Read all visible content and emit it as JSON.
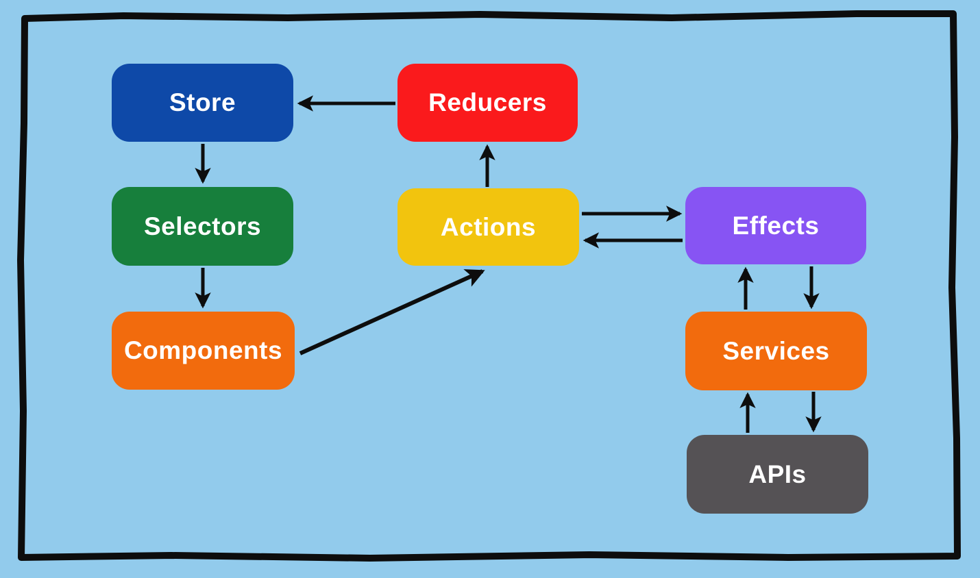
{
  "canvas": {
    "background": "#92CBEC",
    "border_color": "#0d0d0d",
    "arrow_color": "#0d0d0d"
  },
  "nodes": [
    {
      "id": "store",
      "label": "Store",
      "color": "#0E49A8",
      "text_color": "#FFFFFF"
    },
    {
      "id": "reducers",
      "label": "Reducers",
      "color": "#FA1A1C",
      "text_color": "#FFFFFF"
    },
    {
      "id": "selectors",
      "label": "Selectors",
      "color": "#177F3C",
      "text_color": "#FFFFFF"
    },
    {
      "id": "actions",
      "label": "Actions",
      "color": "#F2C40E",
      "text_color": "#FFFFFF"
    },
    {
      "id": "effects",
      "label": "Effects",
      "color": "#8754F3",
      "text_color": "#FFFFFF"
    },
    {
      "id": "components",
      "label": "Components",
      "color": "#F26B0D",
      "text_color": "#FFFFFF"
    },
    {
      "id": "services",
      "label": "Services",
      "color": "#F26B0D",
      "text_color": "#FFFFFF"
    },
    {
      "id": "apis",
      "label": "APIs",
      "color": "#555255",
      "text_color": "#FFFFFF"
    }
  ],
  "edges": [
    {
      "from": "reducers",
      "to": "store"
    },
    {
      "from": "store",
      "to": "selectors"
    },
    {
      "from": "selectors",
      "to": "components"
    },
    {
      "from": "components",
      "to": "actions"
    },
    {
      "from": "actions",
      "to": "reducers"
    },
    {
      "from": "actions",
      "to": "effects"
    },
    {
      "from": "effects",
      "to": "actions"
    },
    {
      "from": "services",
      "to": "effects"
    },
    {
      "from": "effects",
      "to": "services"
    },
    {
      "from": "apis",
      "to": "services"
    },
    {
      "from": "services",
      "to": "apis"
    }
  ]
}
